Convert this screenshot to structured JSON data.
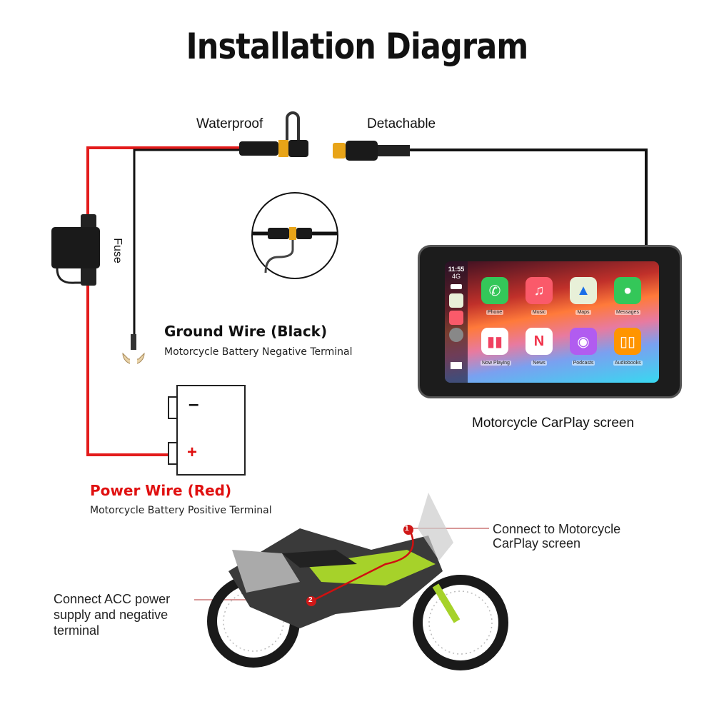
{
  "title": "Installation Diagram",
  "labels": {
    "waterproof": "Waterproof",
    "detachable": "Detachable",
    "fuse": "Fuse"
  },
  "ground": {
    "title": "Ground Wire (Black)",
    "desc": "Motorcycle Battery Negative Terminal"
  },
  "power": {
    "title": "Power Wire (Red)",
    "desc": "Motorcycle Battery Positive Terminal"
  },
  "battery": {
    "neg": "–",
    "pos": "+"
  },
  "screen": {
    "caption": "Motorcycle CarPlay screen",
    "time": "11:55",
    "signal": "4G",
    "apps": [
      {
        "name": "Phone",
        "color": "#34c759",
        "glyph": "✆"
      },
      {
        "name": "Music",
        "color": "#fa5a6a",
        "glyph": "♫"
      },
      {
        "name": "Maps",
        "color": "#e8f0d8",
        "glyph": "▲"
      },
      {
        "name": "Messages",
        "color": "#34c759",
        "glyph": "💬"
      },
      {
        "name": "Now Playing",
        "color": "#ffffff",
        "glyph": "▮"
      },
      {
        "name": "News",
        "color": "#ffffff",
        "glyph": "N"
      },
      {
        "name": "Podcasts",
        "color": "#b15cf0",
        "glyph": "◉"
      },
      {
        "name": "Audiobooks",
        "color": "#ff9500",
        "glyph": "📖"
      }
    ]
  },
  "callouts": {
    "screen": "Connect to Motorcycle CarPlay screen",
    "screen_l1": "Connect to Motorcycle",
    "screen_l2": "CarPlay screen",
    "acc_l1": "Connect ACC power",
    "acc_l2": "supply and negative",
    "acc_l3": "terminal",
    "badge1": "1",
    "badge2": "2"
  },
  "colors": {
    "red_wire": "#e31b1b",
    "black_wire": "#111111",
    "accent": "#e01010"
  }
}
